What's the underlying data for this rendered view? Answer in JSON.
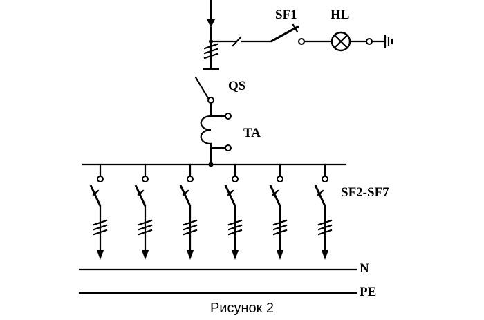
{
  "labels": {
    "sf1": "SF1",
    "hl": "HL",
    "qs": "QS",
    "ta": "TA",
    "sf_group": "SF2-SF7",
    "n": "N",
    "pe": "PE"
  },
  "caption": "Рисунок 2",
  "feeders": 6
}
